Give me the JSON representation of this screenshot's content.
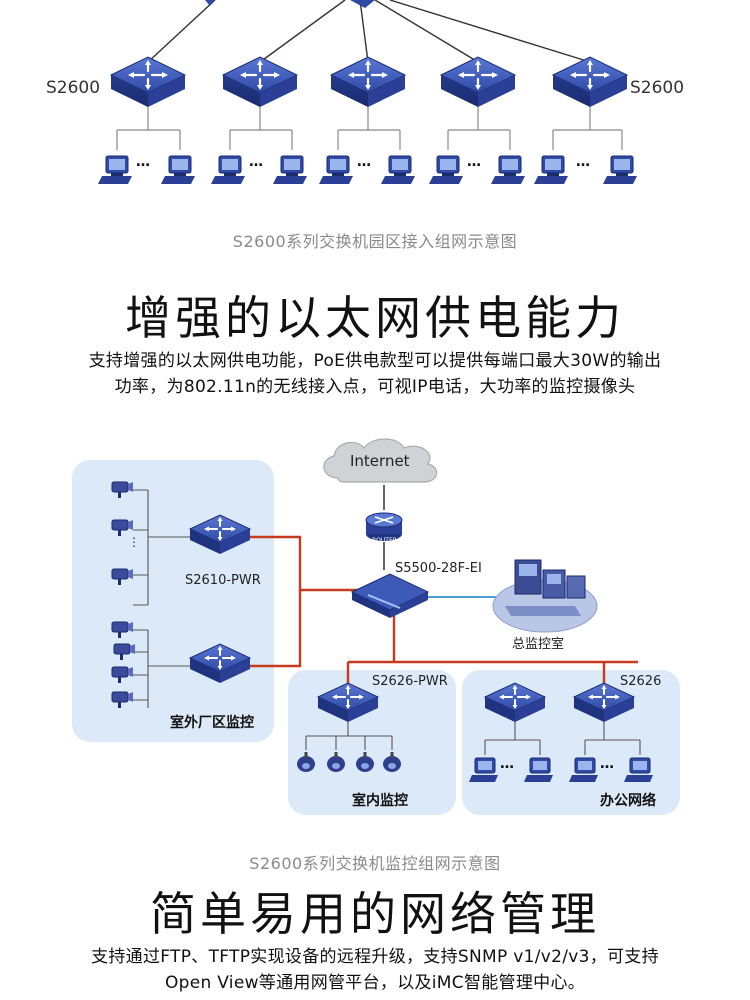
{
  "diagram1": {
    "left_switch_label": "S2600",
    "right_switch_label": "S2600",
    "dots": "…",
    "caption": "S2600系列交换机园区接入组网示意图"
  },
  "section1": {
    "heading": "增强的以太网供电能力",
    "line1": "支持增强的以太网供电功能，PoE供电款型可以提供每端口最大30W的输出",
    "line2": "功率，为802.11n的无线接入点，可视IP电话，大功率的监控摄像头"
  },
  "diagram2": {
    "internet_label": "Internet",
    "router_label": "ROUTER",
    "core_switch_label": "S5500-28F-EI",
    "monitor_room_label": "总监控室",
    "pwr_switch_label": "S2610-PWR",
    "outdoor_zone_label": "室外厂区监控",
    "indoor_switch_label": "S2626-PWR",
    "indoor_zone_label": "室内监控",
    "office_switch_label": "S2626",
    "office_zone_label": "办公网络",
    "dots": "…",
    "caption": "S2600系列交换机监控组网示意图",
    "colors": {
      "poe_link": "#c63a1d",
      "data_link": "#4a9fd6",
      "zone_fill": "#dbe9f8",
      "switch_blue": "#2f4aa6"
    }
  },
  "section2": {
    "heading": "简单易用的网络管理",
    "line1": "支持通过FTP、TFTP实现设备的远程升级，支持SNMP v1/v2/v3，可支持",
    "line2": "Open View等通用网管平台，以及iMC智能管理中心。"
  }
}
